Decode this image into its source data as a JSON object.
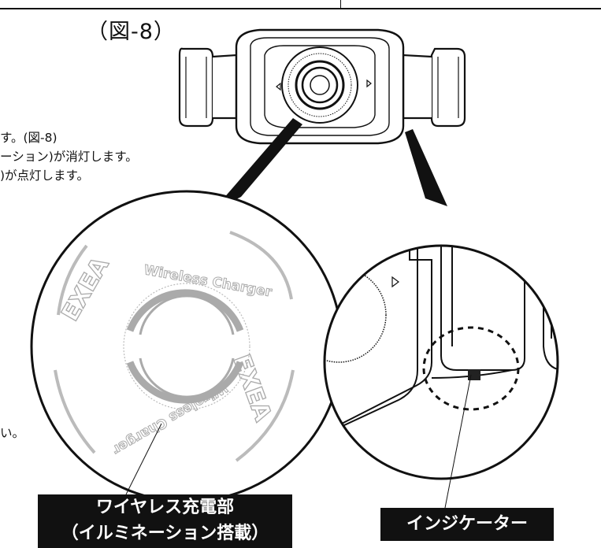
{
  "figure_label": "（図-8）",
  "body_lines": [
    "す。(図-8)",
    "ーション)が消灯します。",
    ")が点灯します。",
    "い。"
  ],
  "charger_lettering": {
    "brand": "EXEA",
    "text": "Wireless Charger"
  },
  "callouts": {
    "charger_line1": "ワイヤレス充電部",
    "charger_line2": "（イルミネーション搭載）",
    "indicator": "インジケーター"
  }
}
